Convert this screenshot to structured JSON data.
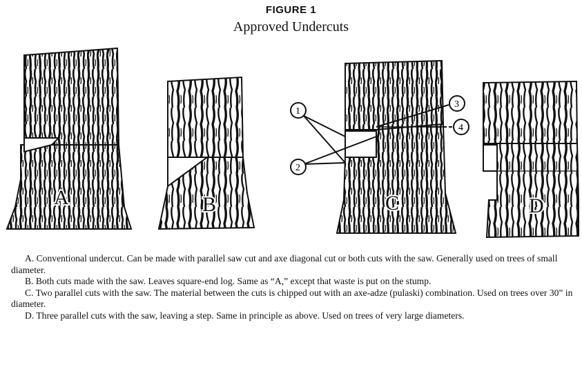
{
  "figure": {
    "label": "FIGURE 1",
    "title": "Approved Undercuts"
  },
  "trees": [
    {
      "letter": "A"
    },
    {
      "letter": "B"
    },
    {
      "letter": "C"
    },
    {
      "letter": "D"
    }
  ],
  "callouts": [
    "1",
    "2",
    "3",
    "4"
  ],
  "captions": [
    "A.  Conventional undercut. Can be made with parallel saw cut and axe diagonal cut or both cuts with the saw. Generally used on trees of small diameter.",
    "B.  Both cuts made with the saw. Leaves square-end log. Same as “A,” except that waste is put on the stump.",
    "C.  Two parallel cuts with the saw. The material between the cuts is chipped out with an axe-adze (pulaski) combination. Used on trees over 30” in diameter.",
    "D.  Three parallel cuts with the saw, leaving a step. Same in principle as above. Used on trees of very large diameters."
  ]
}
